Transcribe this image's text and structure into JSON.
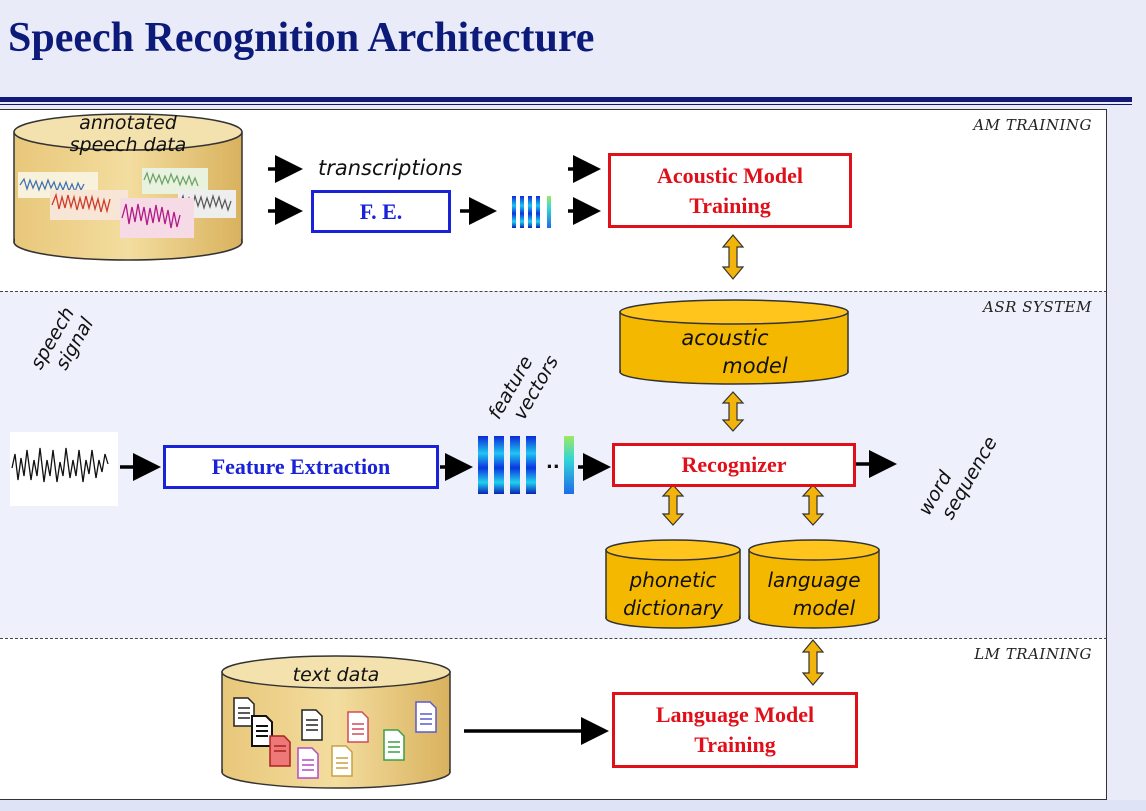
{
  "title": "Speech Recognition Architecture",
  "sections": {
    "am_training": "AM TRAINING",
    "asr_system": "ASR SYSTEM",
    "lm_training": "LM TRAINING"
  },
  "am": {
    "db_label_line1": "annotated",
    "db_label_line2": "speech data",
    "transcriptions": "transcriptions",
    "fe_box": "F. E.",
    "training_line1": "Acoustic Model",
    "training_line2": "Training"
  },
  "asr": {
    "speech_signal_line1": "speech",
    "speech_signal_line2": "signal",
    "feature_extraction": "Feature Extraction",
    "feature_vectors_line1": "feature",
    "feature_vectors_line2": "vectors",
    "recognizer": "Recognizer",
    "word_sequence_line1": "word",
    "word_sequence_line2": "sequence",
    "acoustic_model_line1": "acoustic",
    "acoustic_model_line2": "model",
    "phonetic_dictionary_line1": "phonetic",
    "phonetic_dictionary_line2": "dictionary",
    "language_model_line1": "language",
    "language_model_line2": "model",
    "dots": ".."
  },
  "lm": {
    "db_label": "text data",
    "training_line1": "Language Model",
    "training_line2": "Training"
  },
  "colors": {
    "title": "#0c1a7a",
    "blue_box": "#1a22d8",
    "red_box": "#e0101a",
    "cylinder_gold": "#f5b800",
    "arrow_gold": "#f2b40a"
  }
}
